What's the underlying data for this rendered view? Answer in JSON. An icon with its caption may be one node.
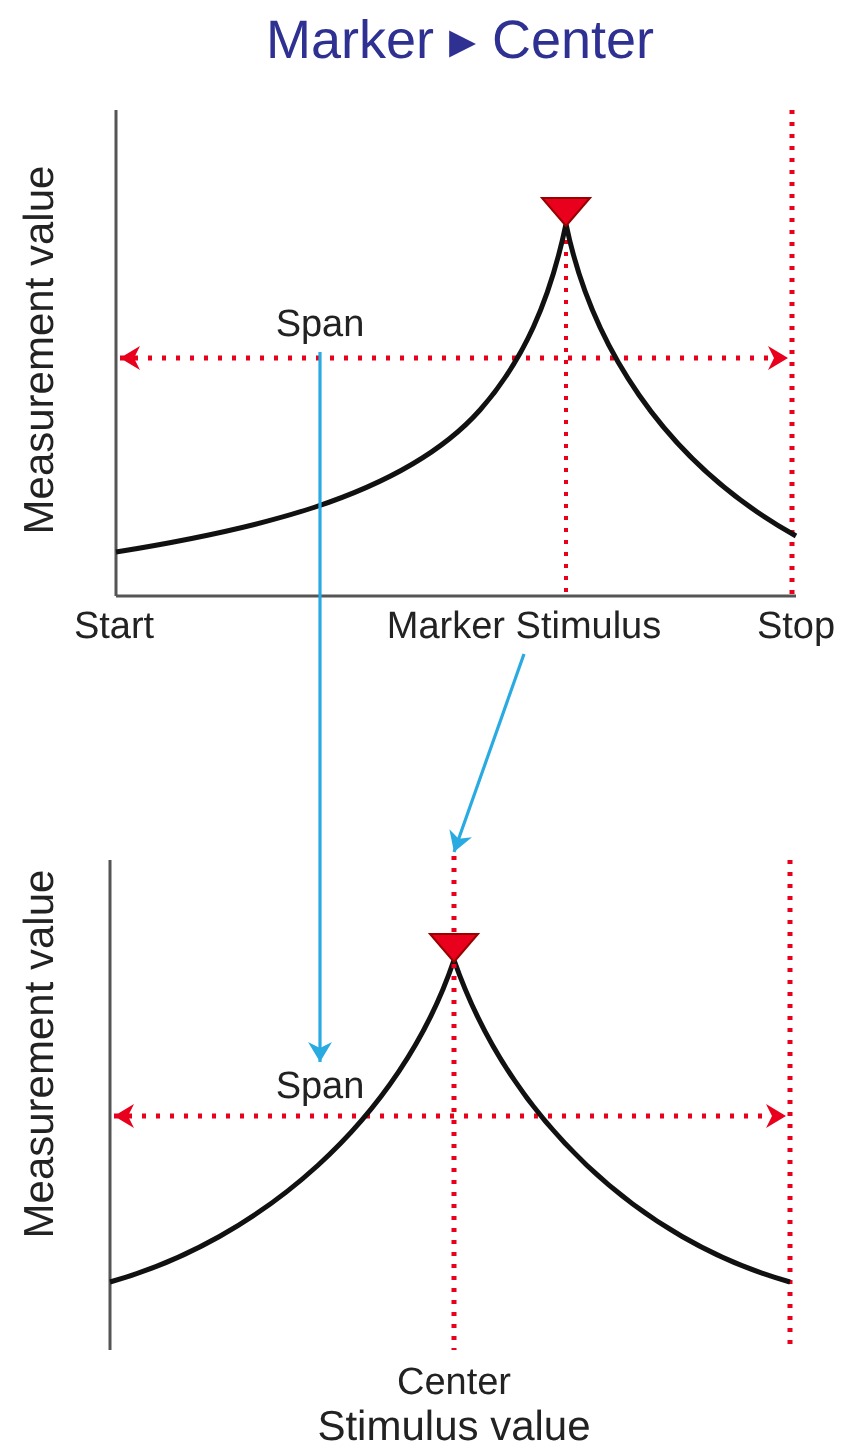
{
  "diagram": {
    "title": "Marker ▸ Center",
    "nodes": [
      {
        "text": [
          "Span"
        ]
      },
      {
        "text": [
          "Marker Stimulus"
        ]
      },
      {
        "text": [
          "Span"
        ]
      },
      {
        "text": [],
        "shape": "line",
        "beside": [
          "Center"
        ]
      }
    ],
    "edges": [
      {
        "from": 0,
        "to": 2,
        "arrow": "to"
      },
      {
        "from": 1,
        "to": 3,
        "arrow": "to"
      }
    ],
    "labels": [
      "Measurement value",
      "Start",
      "Stop",
      "Measurement value",
      "Stimulus value"
    ]
  }
}
